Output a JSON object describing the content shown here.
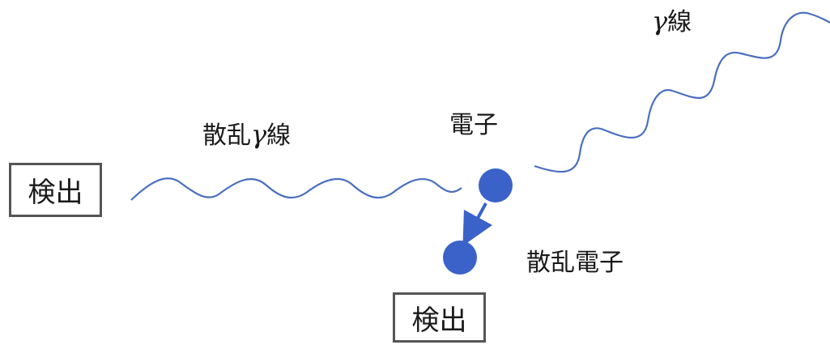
{
  "labels": {
    "incident_gamma": {
      "symbol": "γ",
      "text": "線"
    },
    "scattered_gamma": {
      "prefix": "散乱",
      "symbol": "γ",
      "text": "線"
    },
    "electron": "電子",
    "scattered_electron": "散乱電子"
  },
  "detectors": {
    "left": "検出",
    "bottom": "検出"
  },
  "colors": {
    "wave": "#4a6fbf",
    "particle": "#3a62c9",
    "arrow": "#3a62c9",
    "box_border": "#555555"
  }
}
